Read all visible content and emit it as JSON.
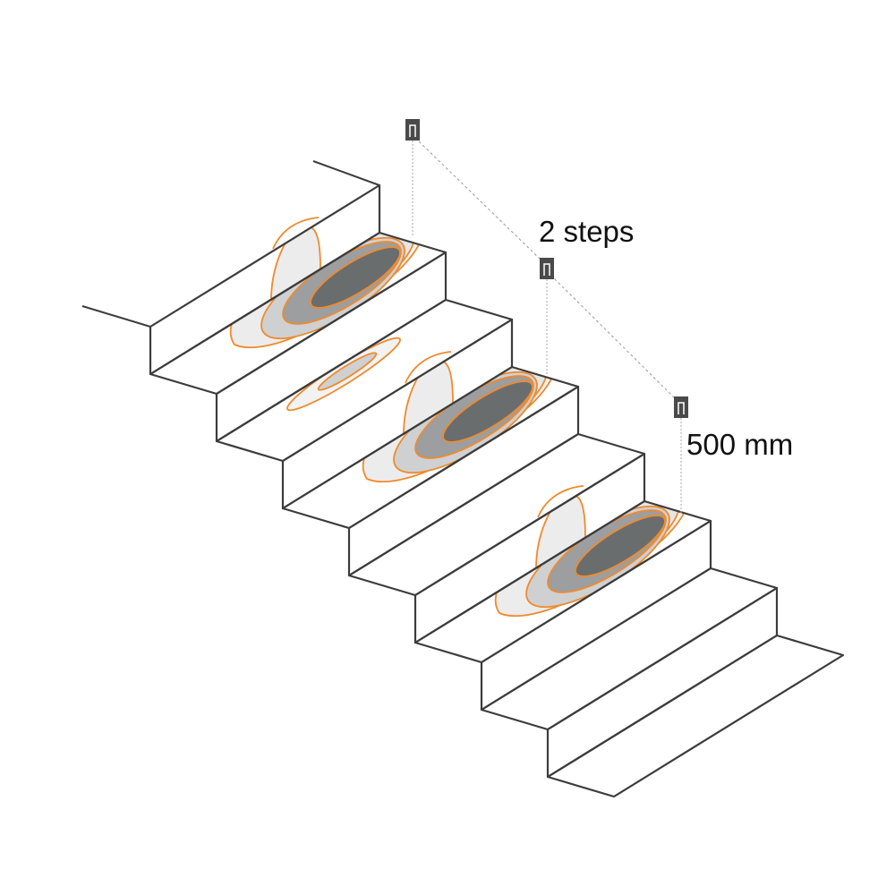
{
  "labels": {
    "step_spacing": "2 steps",
    "height": "500 mm"
  },
  "colors": {
    "outline": "#3c3c3c",
    "contour": "#f08a2c",
    "zone_dark": "#6a6d6e",
    "zone_mid": "#9c9ea0",
    "zone_light": "#cfd0d1",
    "zone_faint": "#ececec",
    "sensor": "#4a4a4a"
  },
  "staircase": {
    "risers": 7,
    "sensors": 3
  }
}
